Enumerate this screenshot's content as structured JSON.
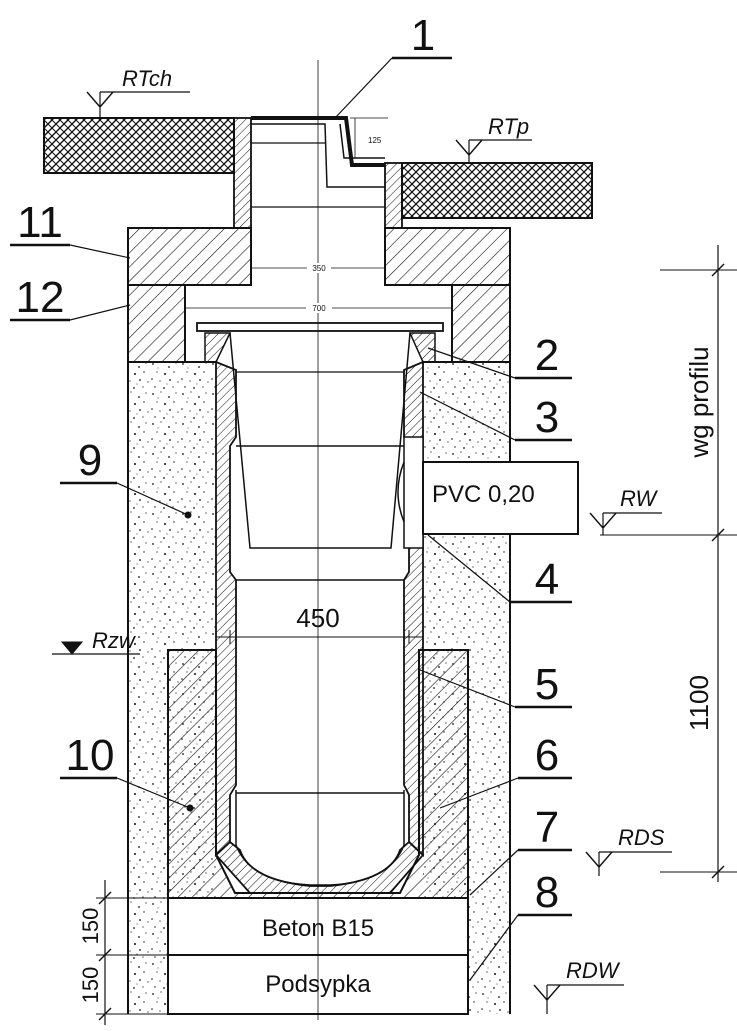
{
  "levels": {
    "rtch": "RTch",
    "rtp": "RTp",
    "rw": "RW",
    "rzw": "Rzw",
    "rds": "RDS",
    "rdw": "RDW"
  },
  "dimensions": {
    "d125": "125",
    "d350": "350",
    "d700": "700",
    "d450": "450",
    "wg_profilu": "wg profilu",
    "d1100": "1100",
    "d150a": "150",
    "d150b": "150"
  },
  "labels": {
    "pvc": "PVC 0,20",
    "beton": "Beton B15",
    "podsypka": "Podsypka"
  },
  "callouts": [
    "1",
    "2",
    "3",
    "4",
    "5",
    "6",
    "7",
    "8",
    "9",
    "10",
    "11",
    "12"
  ]
}
